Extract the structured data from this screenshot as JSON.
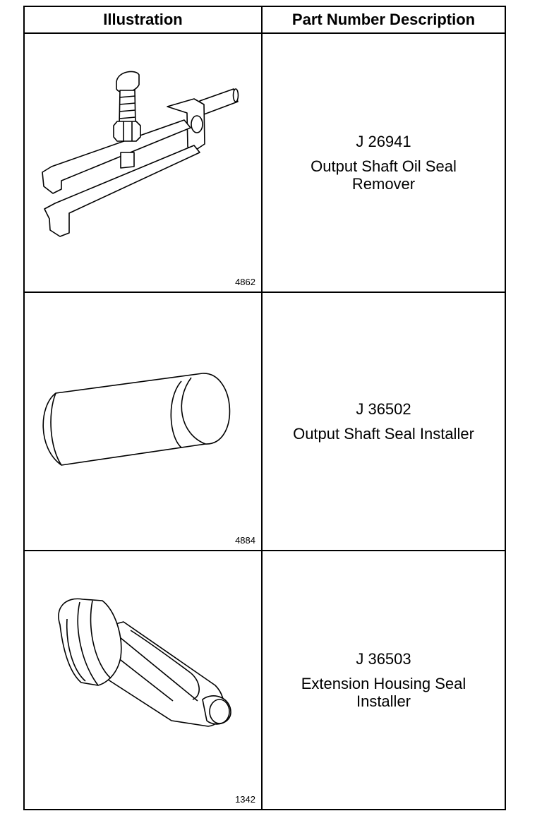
{
  "table": {
    "headers": {
      "illustration": "Illustration",
      "description": "Part Number Description"
    },
    "rows": [
      {
        "figure_number": "4862",
        "part_number": "J 26941",
        "description": "Output Shaft Oil Seal Remover"
      },
      {
        "figure_number": "4884",
        "part_number": "J 36502",
        "description": "Output Shaft Seal Installer"
      },
      {
        "figure_number": "1342",
        "part_number": "J 36503",
        "description": "Extension Housing Seal Installer"
      }
    ]
  }
}
